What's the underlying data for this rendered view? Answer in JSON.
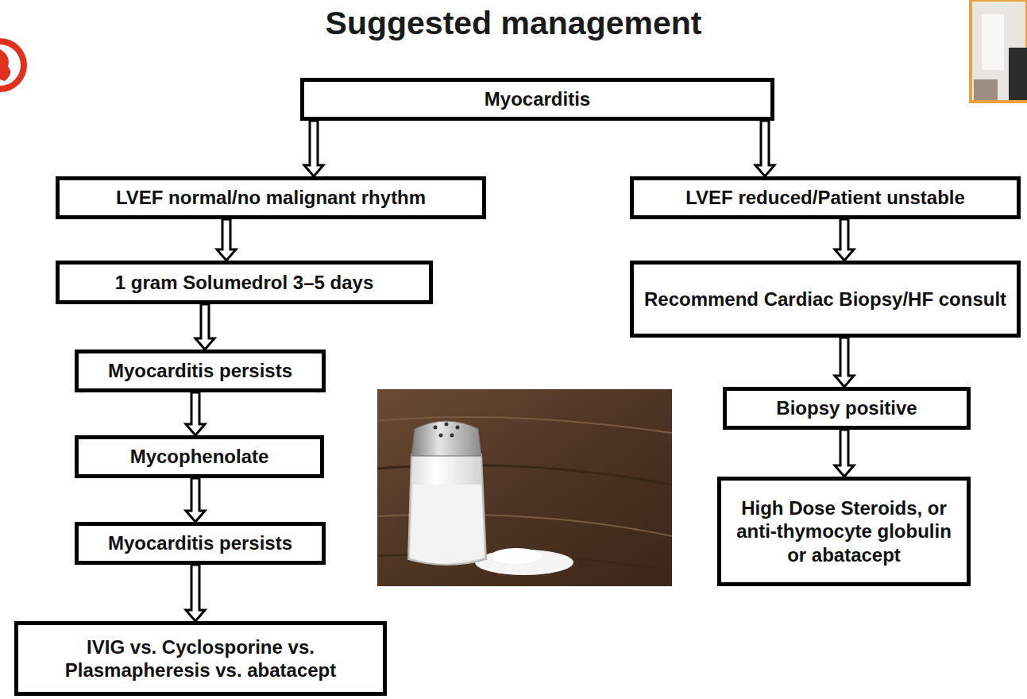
{
  "diagram": {
    "title": "Suggested management",
    "nodes": [
      {
        "text": [
          "Myocarditis"
        ]
      },
      {
        "text": [
          "LVEF normal/no malignant rhythm"
        ]
      },
      {
        "text": [
          "1 gram Solumedrol 3–5 days"
        ]
      },
      {
        "text": [
          "Myocarditis persists"
        ]
      },
      {
        "text": [
          "Mycophenolate"
        ]
      },
      {
        "text": [
          "Myocarditis persists"
        ]
      },
      {
        "text": [
          "IVIG vs. Cyclosporine vs. Plasmapheresis vs. abatacept"
        ]
      },
      {
        "text": [
          "LVEF reduced/Patient unstable"
        ]
      },
      {
        "text": [
          "Recommend Cardiac Biopsy/HF consult"
        ]
      },
      {
        "text": [
          "Biopsy positive"
        ]
      },
      {
        "text": [
          "High Dose Steroids, or anti-thymocyte globulin or abatacept"
        ]
      }
    ],
    "edges": [
      {
        "from": 0,
        "to": 1,
        "arrow": "to"
      },
      {
        "from": 0,
        "to": 7,
        "arrow": "to"
      },
      {
        "from": 1,
        "to": 2,
        "arrow": "to"
      },
      {
        "from": 2,
        "to": 3,
        "arrow": "to"
      },
      {
        "from": 3,
        "to": 4,
        "arrow": "to"
      },
      {
        "from": 4,
        "to": 5,
        "arrow": "to"
      },
      {
        "from": 5,
        "to": 6,
        "arrow": "to"
      },
      {
        "from": 7,
        "to": 8,
        "arrow": "to"
      },
      {
        "from": 8,
        "to": 9,
        "arrow": "to"
      },
      {
        "from": 9,
        "to": 10,
        "arrow": "to"
      }
    ]
  }
}
